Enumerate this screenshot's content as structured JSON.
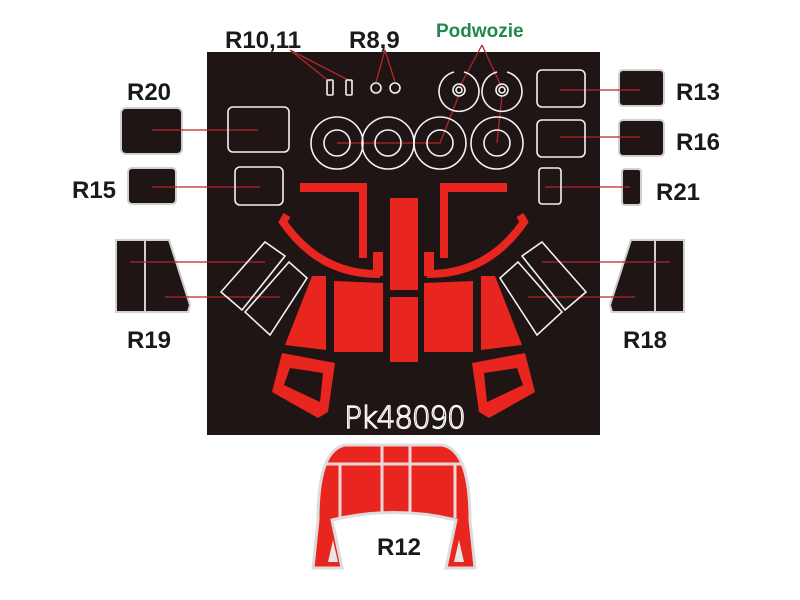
{
  "labels": {
    "r10_11": "R10,11",
    "r8_9": "R8,9",
    "podwozie": "Podwozie",
    "r20": "R20",
    "r15": "R15",
    "r13": "R13",
    "r16": "R16",
    "r21": "R21",
    "r19": "R19",
    "r18": "R18",
    "r12": "R12"
  },
  "sheet": {
    "code": "Pk48090"
  },
  "colors": {
    "sheet": "#1e1514",
    "mask_red": "#e8251f",
    "leader": "#b3262a",
    "label_green": "#1f8a4c"
  }
}
